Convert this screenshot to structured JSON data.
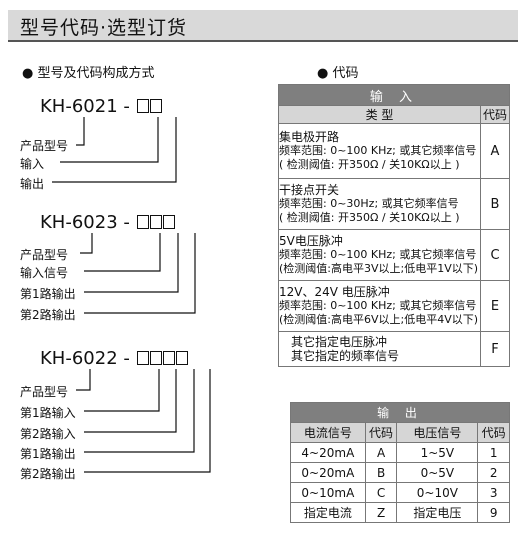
{
  "header": {
    "title": "型号代码·选型订货"
  },
  "left": {
    "bullet_left": "● 型号及代码构成方式",
    "model1": {
      "prefix": "KH-6021 -",
      "labels": [
        "产品型号",
        "输入",
        "输出"
      ]
    },
    "model2": {
      "prefix": "KH-6023 -",
      "labels": [
        "产品型号",
        "输入信号",
        "第1路输出",
        "第2路输出"
      ]
    },
    "model3": {
      "prefix": "KH-6022 -",
      "labels": [
        "产品型号",
        "第1路输入",
        "第2路输入",
        "第1路输出",
        "第2路输出"
      ]
    }
  },
  "right": {
    "bullet_right": "● 代码",
    "input_table": {
      "title": "输 入",
      "col_type": "类 型",
      "col_code": "代码",
      "rows": [
        {
          "l1": "集电极开路",
          "l2": "频率范围: 0~100 KHz; 或其它频率信号",
          "l3": "( 检测阈值: 开350Ω / 关10KΩ以上 )",
          "code": "A"
        },
        {
          "l1": "干接点开关",
          "l2": "频率范围: 0~30Hz; 或其它频率信号",
          "l3": "( 检测阈值: 开350Ω / 关10KΩ以上 )",
          "code": "B"
        },
        {
          "l1": "5V电压脉冲",
          "l2": "频率范围: 0~100 KHz; 或其它频率信号",
          "l3": "(检测阈值:高电平3V以上;低电平1V以下)",
          "code": "C"
        },
        {
          "l1": "12V、24V 电压脉冲",
          "l2": "频率范围: 0~100 KHz; 或其它频率信号",
          "l3": "(检测阈值:高电平6V以上;低电平4V以下)",
          "code": "E"
        },
        {
          "l1": "其它指定电压脉冲",
          "l2": "其它指定的频率信号",
          "l3": "",
          "code": "F"
        }
      ]
    },
    "output_table": {
      "title": "输 出",
      "headers": [
        "电流信号",
        "代码",
        "电压信号",
        "代码"
      ],
      "rows": [
        [
          "4~20mA",
          "A",
          "1~5V",
          "1"
        ],
        [
          "0~20mA",
          "B",
          "0~5V",
          "2"
        ],
        [
          "0~10mA",
          "C",
          "0~10V",
          "3"
        ],
        [
          "指定电流",
          "Z",
          "指定电压",
          "9"
        ]
      ]
    }
  }
}
